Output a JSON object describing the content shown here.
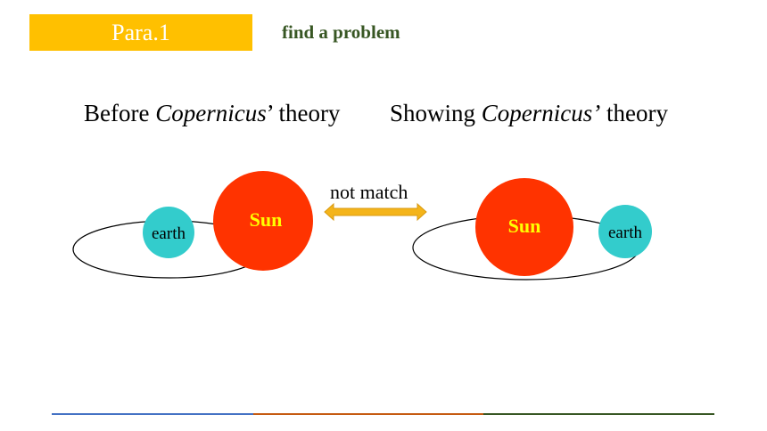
{
  "header": {
    "section_label": "Para.1",
    "subtitle": "find a problem"
  },
  "headings": {
    "left": {
      "prefix": "Before ",
      "name": "Copernicus",
      "suffix": "’ theory"
    },
    "right": {
      "prefix": "Showing ",
      "name": "Copernicus’",
      "suffix": " theory"
    }
  },
  "connector": {
    "label": "not match"
  },
  "left_diagram": {
    "sun_label": "Sun",
    "earth_label": "earth"
  },
  "right_diagram": {
    "sun_label": "Sun",
    "earth_label": "earth"
  },
  "colors": {
    "section_label_bg": "#FFC000",
    "subtitle_text": "#375623",
    "sun_fill": "#FF3300",
    "sun_text": "#FFFF00",
    "earth_fill": "#33CCCC",
    "arrow_fill": "#F4B41A",
    "rule_blue": "#4472C4",
    "rule_orange": "#C55A11",
    "rule_green": "#375623"
  },
  "icons": {
    "connector": "double-headed-arrow"
  }
}
